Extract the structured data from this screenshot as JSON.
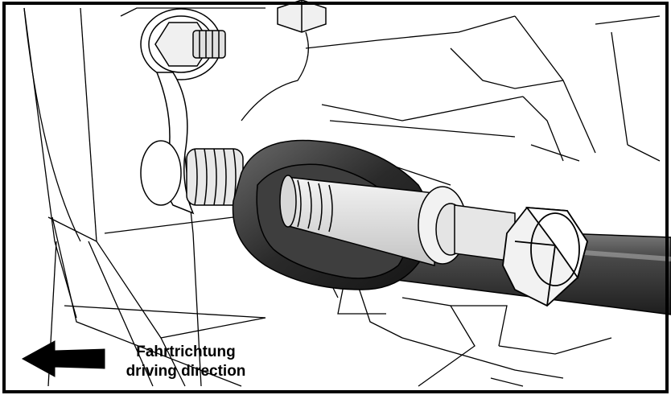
{
  "figure": {
    "caption_de": "Fahrtrichtung",
    "caption_en": "driving direction",
    "arrow_direction": "left",
    "colors": {
      "line": "#000000",
      "bracket_fill": "#ffffff",
      "bolt_fill": "#e6e6e6",
      "rod_fill": "#3c3c3c",
      "eye_fill": "#2e2e2e"
    }
  }
}
